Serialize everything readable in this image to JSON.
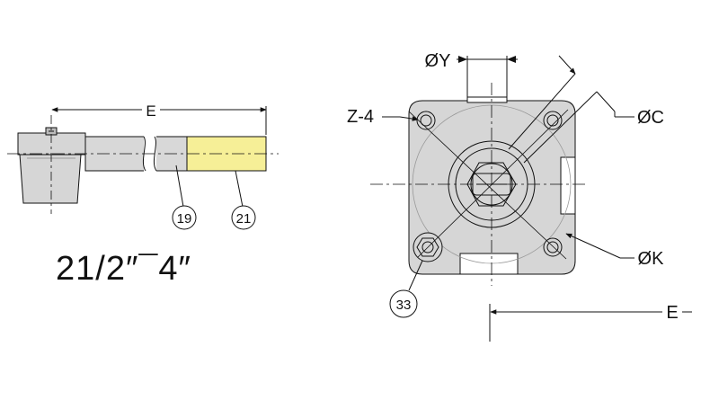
{
  "side_view": {
    "dimension_label": "E",
    "callouts": [
      "19",
      "21"
    ]
  },
  "size_range": "21/2″¯4″",
  "front_view": {
    "labels": {
      "y": "ØY",
      "c": "ØC",
      "k": "ØK",
      "z": "Z-4",
      "e": "E"
    },
    "callout": "33"
  },
  "colors": {
    "body_gray": "#d6d6d6",
    "tube_yellow": "#f6ef97",
    "line": "#111111"
  }
}
